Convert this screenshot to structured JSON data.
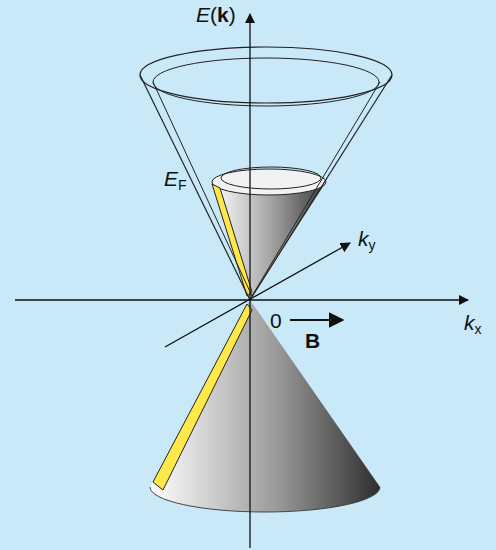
{
  "diagram": {
    "labels": [
      "E(k)",
      "EF",
      "ky",
      "0",
      "B",
      "kx"
    ]
  }
}
